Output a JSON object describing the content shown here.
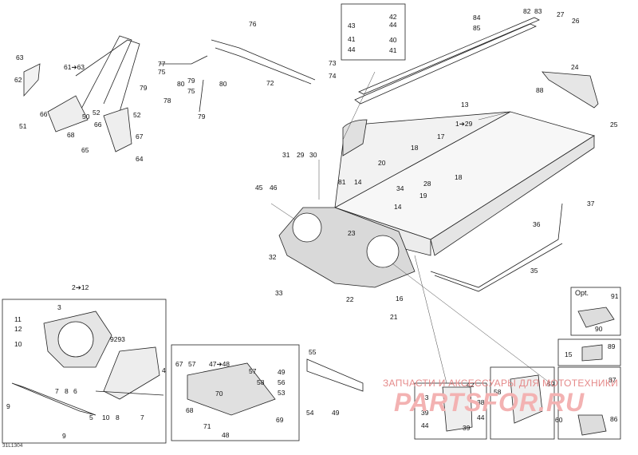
{
  "diagram_code": "31L1304",
  "watermark": {
    "line1": "ЗАПЧАСТИ И АКСЕССУАРЫ ДЛЯ МОТОТЕХНИКИ",
    "line2": "PARTSFOR.RU",
    "color": "#e05555"
  },
  "option_label": "Opt.",
  "callouts": {
    "c76": "76",
    "c63": "63",
    "c61": "61➔63",
    "c62": "62",
    "c77": "77",
    "c75a": "75",
    "c79a": "79",
    "c80a": "80",
    "c79b": "79",
    "c80b": "80",
    "c75b": "75",
    "c78": "78",
    "c79c": "79",
    "c72": "72",
    "c73": "73",
    "c74": "74",
    "c66a": "66",
    "c52a": "52",
    "c52b": "52",
    "c51": "51",
    "c68": "68",
    "c50": "50",
    "c66b": "66",
    "c67": "67",
    "c65": "65",
    "c64": "64",
    "c43a": "43",
    "c42a": "42",
    "c44a": "44",
    "c41a": "41",
    "c40": "40",
    "c44b": "44",
    "c41b": "41",
    "c84": "84",
    "c85": "85",
    "c82": "82",
    "c83": "83",
    "c27": "27",
    "c26": "26",
    "c88": "88",
    "c13": "13",
    "c24": "24",
    "c25": "25",
    "c17": "17",
    "c1": "1➔29",
    "c18a": "18",
    "c31": "31",
    "c29": "29",
    "c30": "30",
    "c20": "20",
    "c81": "81",
    "c14a": "14",
    "c34": "34",
    "c28": "28",
    "c18b": "18",
    "c45": "45",
    "c46": "46",
    "c19": "19",
    "c14b": "14",
    "c23": "23",
    "c37": "37",
    "c36": "36",
    "c32": "32",
    "c33": "33",
    "c22": "22",
    "c16": "16",
    "c35": "35",
    "c21": "21",
    "c2": "2➔12",
    "c3": "3",
    "c11": "11",
    "c12": "12",
    "c10a": "10",
    "c9293": "9293",
    "c4": "4",
    "c7a": "7",
    "c8a": "8",
    "c6": "6",
    "c9a": "9",
    "c5": "5",
    "c10b": "10",
    "c8b": "8",
    "c7b": "7",
    "c9b": "9",
    "c67b": "67",
    "c57a": "57",
    "c47": "47➔48",
    "c57b": "57",
    "c58": "58",
    "c70": "70",
    "c68b": "68",
    "c71": "71",
    "c48": "48",
    "c69": "69",
    "c55": "55",
    "c49a": "49",
    "c56": "56",
    "c53": "53",
    "c54": "54",
    "c49b": "49",
    "c91": "91",
    "c90": "90",
    "c89": "89",
    "c15": "15",
    "c87": "87",
    "c86": "86",
    "c43b": "43",
    "c42b": "42",
    "c39a": "39",
    "c38": "38",
    "c44c": "44",
    "c44d": "44",
    "c39b": "39",
    "c58b": "58",
    "c59": "59",
    "c60": "60"
  }
}
